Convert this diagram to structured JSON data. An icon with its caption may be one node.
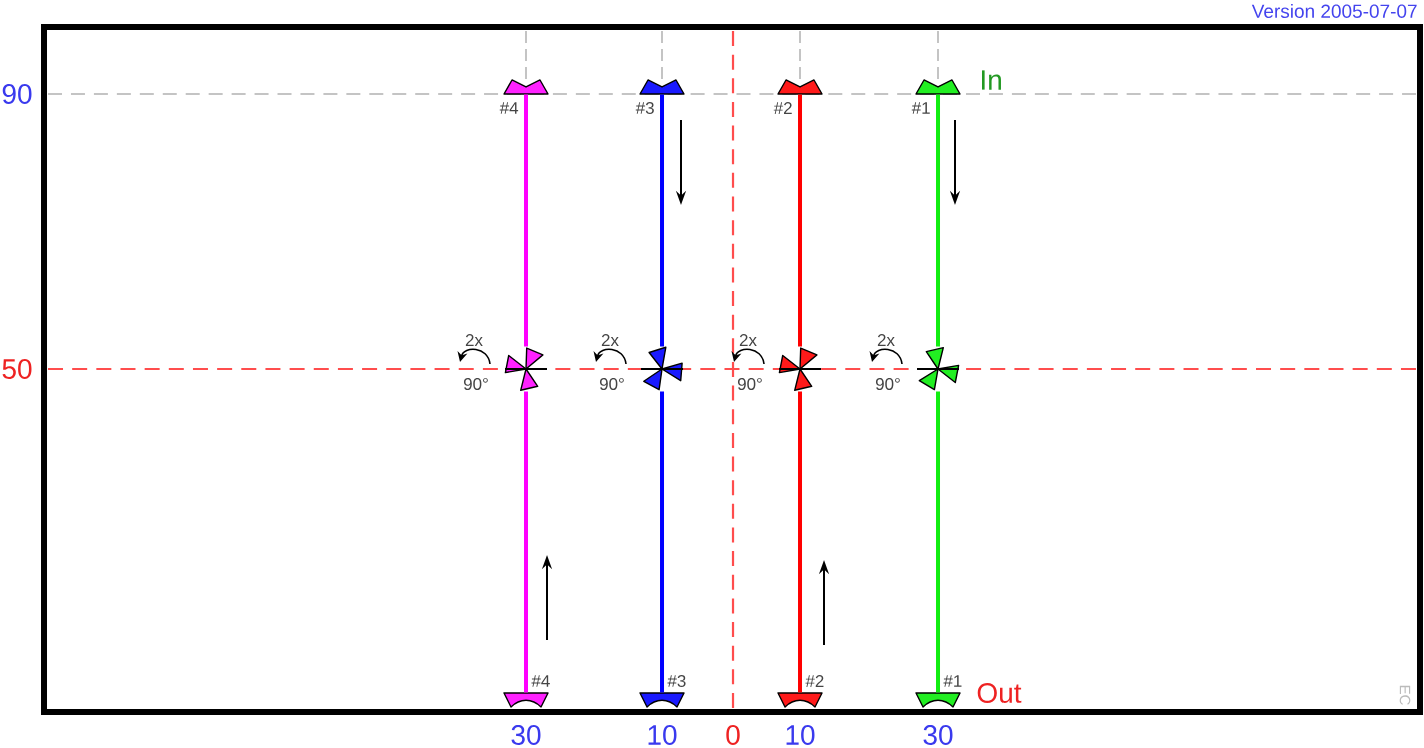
{
  "diagram": {
    "nodes": [
      {
        "text": [],
        "shape": "trapezoid",
        "beside": [
          "#4"
        ]
      },
      {
        "text": [],
        "shape": "trapezoid",
        "beside": [
          "#3"
        ]
      },
      {
        "text": [],
        "shape": "trapezoid",
        "beside": [
          "#2"
        ]
      },
      {
        "text": [],
        "shape": "trapezoid",
        "beside": [
          "#1"
        ]
      },
      {
        "text": [],
        "shape": "pinwheel",
        "beside": [
          "2x",
          "90°"
        ]
      },
      {
        "text": [],
        "shape": "pinwheel",
        "beside": [
          "2x",
          "90°"
        ]
      },
      {
        "text": [],
        "shape": "pinwheel",
        "beside": [
          "2x",
          "90°"
        ]
      },
      {
        "text": [],
        "shape": "pinwheel",
        "beside": [
          "2x",
          "90°"
        ]
      },
      {
        "text": [],
        "shape": "trapezoid",
        "beside": [
          "#4"
        ]
      },
      {
        "text": [],
        "shape": "trapezoid",
        "beside": [
          "#3"
        ]
      },
      {
        "text": [],
        "shape": "trapezoid",
        "beside": [
          "#2"
        ]
      },
      {
        "text": [],
        "shape": "trapezoid",
        "beside": [
          "#1"
        ]
      }
    ],
    "edges": [
      {
        "from": 0,
        "to": 4,
        "arrow": "none",
        "color": "#ff00ff"
      },
      {
        "from": 4,
        "to": 8,
        "arrow": "none",
        "color": "#ff00ff"
      },
      {
        "from": 1,
        "to": 5,
        "arrow": "none",
        "color": "#0000ff"
      },
      {
        "from": 5,
        "to": 9,
        "arrow": "none",
        "color": "#0000ff"
      },
      {
        "from": 2,
        "to": 6,
        "arrow": "none",
        "color": "#ff0000"
      },
      {
        "from": 6,
        "to": 10,
        "arrow": "none",
        "color": "#ff0000"
      },
      {
        "from": 3,
        "to": 7,
        "arrow": "none",
        "color": "#11ee11"
      },
      {
        "from": 7,
        "to": 11,
        "arrow": "none",
        "color": "#11ee11"
      }
    ],
    "labels": [
      "Version 2005-07-07",
      "90",
      "In",
      "50",
      "Out",
      "EC",
      "30",
      "10",
      "0",
      "10",
      "30"
    ]
  }
}
